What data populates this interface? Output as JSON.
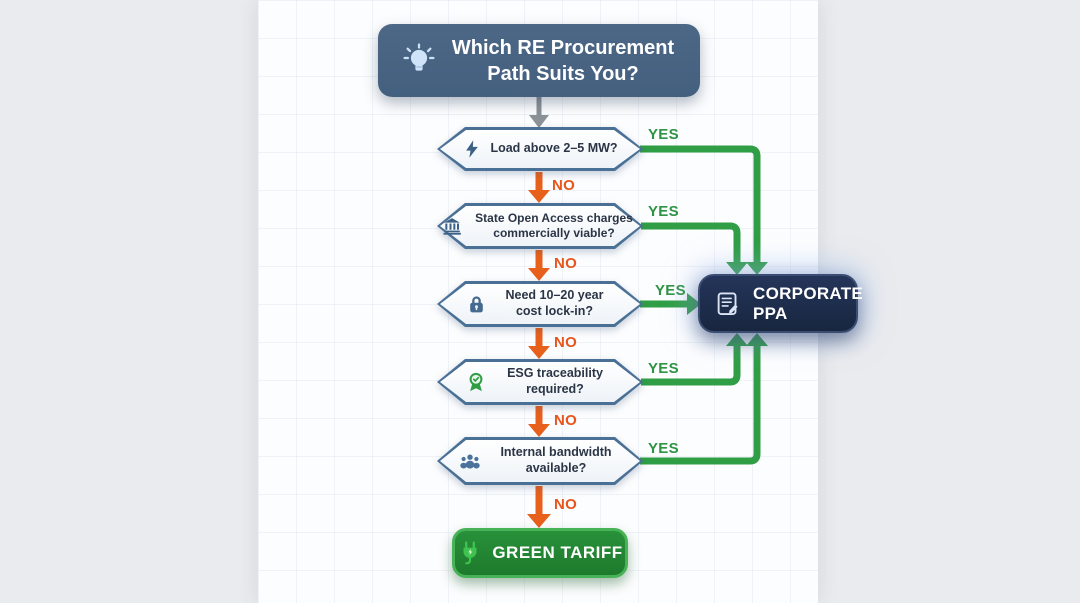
{
  "title": {
    "text": "Which RE Procurement Path Suits You?",
    "icon": "lightbulb-icon"
  },
  "nodes": [
    {
      "label": "Load above 2–5 MW?",
      "icon": "lightning-icon",
      "yes": "YES",
      "no": "NO"
    },
    {
      "label": "State Open Access charges commercially viable?",
      "icon": "bank-building-icon",
      "yes": "YES",
      "no": "NO"
    },
    {
      "label": "Need 10–20 year cost lock-in?",
      "icon": "lock-icon",
      "yes": "YES",
      "no": "NO"
    },
    {
      "label": "ESG traceability required?",
      "icon": "ribbon-check-icon",
      "yes": "YES",
      "no": "NO"
    },
    {
      "label": "Internal bandwidth available?",
      "icon": "people-icon",
      "yes": "YES",
      "no": "NO"
    }
  ],
  "outcomes": {
    "corporate_ppa": {
      "label": "CORPORATE PPA",
      "icon": "document-pen-icon"
    },
    "green_tariff": {
      "label": "GREEN TARIFF",
      "icon": "plug-icon"
    }
  },
  "colors": {
    "yes_green": "#2f9e45",
    "no_orange": "#e8541c",
    "node_border": "#4a7096",
    "title_bg": "#44607f",
    "ppa_bg": "#18263f",
    "tariff_bg": "#1d7a2c",
    "connector_gray": "#8b9298"
  }
}
